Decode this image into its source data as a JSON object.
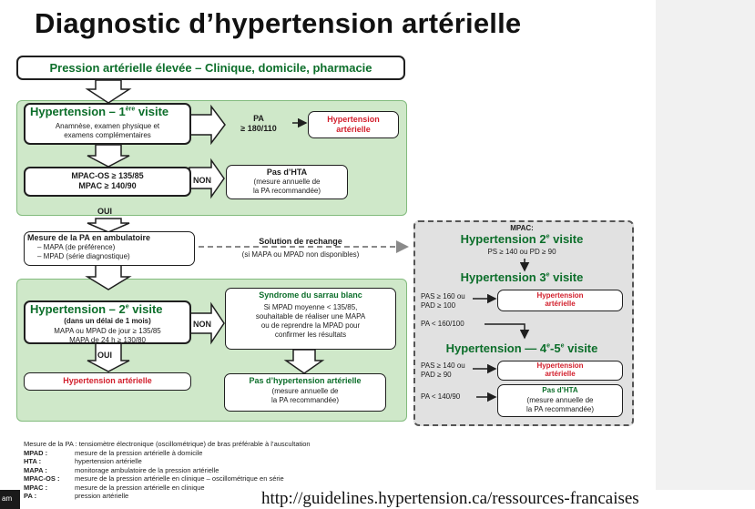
{
  "title": "Diagnostic d’hypertension artérielle",
  "top_box": "Pression artérielle élevée – Clinique, domicile, pharmacie",
  "visit1": {
    "title": "Hypertension – 1",
    "title_sup": "ère",
    "title_end": " visite",
    "body_line1": "Anamnèse, examen physique et",
    "body_line2": "examens complémentaires",
    "pa_label": "PA",
    "pa_value": "≥ 180/110",
    "result_line1": "Hypertension",
    "result_line2": "artérielle"
  },
  "mpac": {
    "line1": "MPAC-OS ≥ 135/85",
    "line2": "MPAC ≥ 140/90",
    "non_label": "NON",
    "no_hta_title": "Pas d’HTA",
    "no_hta_line1": "(mesure annuelle de",
    "no_hta_line2": "la PA recommandée)",
    "oui_label": "OUI"
  },
  "ambulatoire": {
    "title": "Mesure de la PA en ambulatoire",
    "item1": "– MAPA (de préférence)",
    "item2": "– MPAD (série diagnostique)",
    "alt_title": "Solution de rechange",
    "alt_sub": "(si MAPA ou MPAD non disponibles)"
  },
  "visit2": {
    "title": "Hypertension – 2",
    "title_sup": "e",
    "title_end": " visite",
    "subtitle": "(dans un délai de 1 mois)",
    "line1": "MAPA ou MPAD de jour ≥ 135/85",
    "line2": "MAPA de 24 h ≥ 130/80",
    "non_label": "NON",
    "oui_label": "OUI",
    "result": "Hypertension artérielle"
  },
  "sarrau": {
    "title": "Syndrome du sarrau blanc",
    "line1": "Si MPAD moyenne < 135/85,",
    "line2": "souhaitable de réaliser une MAPA",
    "line3": "ou de reprendre la MPAD pour",
    "line4": "confirmer les résultats"
  },
  "no_hta2": {
    "title": "Pas d’hypertension artérielle",
    "line1": "(mesure annuelle de",
    "line2": "la PA recommandée)"
  },
  "mpac_panel": {
    "head": "MPAC:",
    "v2_title": "Hypertension 2",
    "v2_sup": "e",
    "v2_end": " visite",
    "v2_criteria": "PS ≥ 140 ou PD ≥ 90",
    "v3_title": "Hypertension 3",
    "v3_sup": "e",
    "v3_end": " visite",
    "v3_cond1": "PAS ≥ 160 ou",
    "v3_cond2": "PAD ≥ 100",
    "v3_result1": "Hypertension",
    "v3_result2": "artérielle",
    "v3_lt": "PA < 160/100",
    "v45_title": "Hypertension — 4",
    "v45_sup1": "e",
    "v45_mid": "-5",
    "v45_sup2": "e",
    "v45_end": " visite",
    "v45_cond1": "PAS ≥ 140 ou",
    "v45_cond2": "PAD ≥ 90",
    "v45_result1": "Hypertension",
    "v45_result2": "artérielle",
    "v45_lt": "PA < 140/90",
    "v45_nohta_title": "Pas d’HTA",
    "v45_nohta_line1": "(mesure annuelle de",
    "v45_nohta_line2": "la PA recommandée)"
  },
  "legend": {
    "intro": "Mesure de la PA : tensiomètre électronique (oscillométrique) de bras préférable à l’auscultation",
    "rows": [
      {
        "key": "MPAD :",
        "value": "mesure de la pression artérielle à domicile"
      },
      {
        "key": "HTA :",
        "value": "hypertension artérielle"
      },
      {
        "key": "MAPA :",
        "value": "monitorage ambulatoire de la pression artérielle"
      },
      {
        "key": "MPAC-OS :",
        "value": "mesure de la pression artérielle en clinique – oscillométrique en série"
      },
      {
        "key": "MPAC :",
        "value": "mesure de la pression artérielle en clinique"
      },
      {
        "key": "PA :",
        "value": "pression artérielle"
      }
    ]
  },
  "url": "http://guidelines.hypertension.ca/ressources-francaises",
  "corner_label": "am",
  "colors": {
    "green_panel": "#cfe8c9",
    "green_text": "#0c6e2a",
    "red_text": "#d21e2b",
    "grey_panel": "#e1e1e1"
  }
}
